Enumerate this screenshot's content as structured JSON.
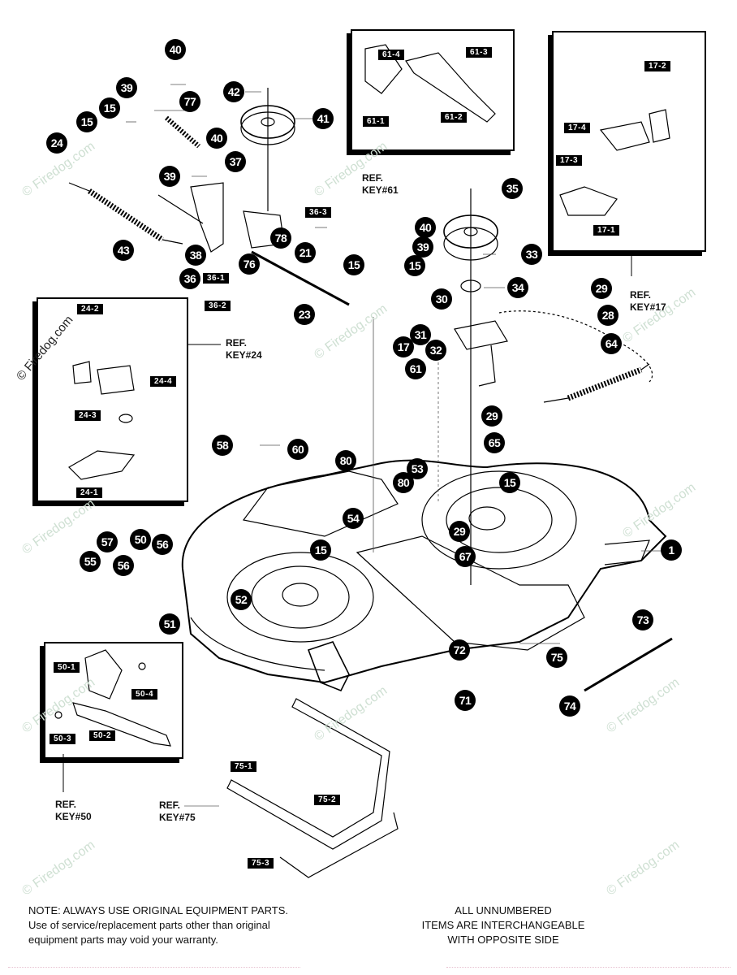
{
  "watermark": "© Firedog.com",
  "callouts": [
    {
      "id": "c40a",
      "label": "40"
    },
    {
      "id": "c39a",
      "label": "39"
    },
    {
      "id": "c77",
      "label": "77"
    },
    {
      "id": "c15a",
      "label": "15"
    },
    {
      "id": "c15b",
      "label": "15"
    },
    {
      "id": "c24",
      "label": "24"
    },
    {
      "id": "c42",
      "label": "42"
    },
    {
      "id": "c41",
      "label": "41"
    },
    {
      "id": "c40b",
      "label": "40"
    },
    {
      "id": "c39b",
      "label": "39"
    },
    {
      "id": "c37",
      "label": "37"
    },
    {
      "id": "c43",
      "label": "43"
    },
    {
      "id": "c38",
      "label": "38"
    },
    {
      "id": "c78",
      "label": "78"
    },
    {
      "id": "c76",
      "label": "76"
    },
    {
      "id": "c21",
      "label": "21"
    },
    {
      "id": "c36",
      "label": "36"
    },
    {
      "id": "c23",
      "label": "23"
    },
    {
      "id": "c35",
      "label": "35"
    },
    {
      "id": "c40c",
      "label": "40"
    },
    {
      "id": "c39c",
      "label": "39"
    },
    {
      "id": "c33",
      "label": "33"
    },
    {
      "id": "c15c",
      "label": "15"
    },
    {
      "id": "c15d",
      "label": "15"
    },
    {
      "id": "c34",
      "label": "34"
    },
    {
      "id": "c30",
      "label": "30"
    },
    {
      "id": "c29a",
      "label": "29"
    },
    {
      "id": "c28",
      "label": "28"
    },
    {
      "id": "c31",
      "label": "31"
    },
    {
      "id": "c32",
      "label": "32"
    },
    {
      "id": "c17",
      "label": "17"
    },
    {
      "id": "c64",
      "label": "64"
    },
    {
      "id": "c61",
      "label": "61"
    },
    {
      "id": "c29b",
      "label": "29"
    },
    {
      "id": "c65",
      "label": "65"
    },
    {
      "id": "c58",
      "label": "58"
    },
    {
      "id": "c60",
      "label": "60"
    },
    {
      "id": "c80a",
      "label": "80"
    },
    {
      "id": "c53",
      "label": "53"
    },
    {
      "id": "c80b",
      "label": "80"
    },
    {
      "id": "c15e",
      "label": "15"
    },
    {
      "id": "c54",
      "label": "54"
    },
    {
      "id": "c29c",
      "label": "29"
    },
    {
      "id": "c1",
      "label": "1"
    },
    {
      "id": "c57",
      "label": "57"
    },
    {
      "id": "c50",
      "label": "50"
    },
    {
      "id": "c56a",
      "label": "56"
    },
    {
      "id": "c55",
      "label": "55"
    },
    {
      "id": "c56b",
      "label": "56"
    },
    {
      "id": "c15f",
      "label": "15"
    },
    {
      "id": "c67",
      "label": "67"
    },
    {
      "id": "c52",
      "label": "52"
    },
    {
      "id": "c51",
      "label": "51"
    },
    {
      "id": "c73",
      "label": "73"
    },
    {
      "id": "c72",
      "label": "72"
    },
    {
      "id": "c75",
      "label": "75"
    },
    {
      "id": "c71",
      "label": "71"
    },
    {
      "id": "c74",
      "label": "74"
    }
  ],
  "tags": [
    {
      "id": "t61-4",
      "label": "61-4"
    },
    {
      "id": "t61-3",
      "label": "61-3"
    },
    {
      "id": "t61-1",
      "label": "61-1"
    },
    {
      "id": "t61-2",
      "label": "61-2"
    },
    {
      "id": "t17-2",
      "label": "17-2"
    },
    {
      "id": "t17-4",
      "label": "17-4"
    },
    {
      "id": "t17-3",
      "label": "17-3"
    },
    {
      "id": "t17-1",
      "label": "17-1"
    },
    {
      "id": "t36-3",
      "label": "36-3"
    },
    {
      "id": "t36-1",
      "label": "36-1"
    },
    {
      "id": "t36-2",
      "label": "36-2"
    },
    {
      "id": "t24-2",
      "label": "24-2"
    },
    {
      "id": "t24-4",
      "label": "24-4"
    },
    {
      "id": "t24-3",
      "label": "24-3"
    },
    {
      "id": "t24-1",
      "label": "24-1"
    },
    {
      "id": "t50-1",
      "label": "50-1"
    },
    {
      "id": "t50-4",
      "label": "50-4"
    },
    {
      "id": "t50-3",
      "label": "50-3"
    },
    {
      "id": "t50-2",
      "label": "50-2"
    },
    {
      "id": "t75-1",
      "label": "75-1"
    },
    {
      "id": "t75-2",
      "label": "75-2"
    },
    {
      "id": "t75-3",
      "label": "75-3"
    }
  ],
  "refs": {
    "key61": {
      "line1": "REF.",
      "line2": "KEY#61"
    },
    "key17": {
      "line1": "REF.",
      "line2": "KEY#17"
    },
    "key24": {
      "line1": "REF.",
      "line2": "KEY#24"
    },
    "key50": {
      "line1": "REF.",
      "line2": "KEY#50"
    },
    "key75": {
      "line1": "REF.",
      "line2": "KEY#75"
    }
  },
  "notes": {
    "left": [
      "NOTE: ALWAYS USE ORIGINAL EQUIPMENT PARTS.",
      "Use of service/replacement parts other than original",
      "equipment parts may void your warranty."
    ],
    "right": [
      "ALL UNNUMBERED",
      "ITEMS ARE INTERCHANGEABLE",
      "WITH OPPOSITE SIDE"
    ]
  }
}
